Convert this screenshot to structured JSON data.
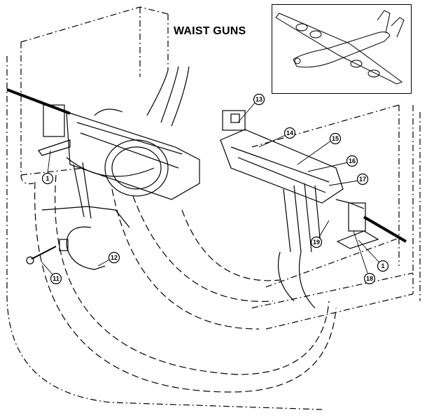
{
  "diagram": {
    "title": "WAIST GUNS",
    "callouts": [
      {
        "id": "c13",
        "label": "13"
      },
      {
        "id": "c14",
        "label": "14"
      },
      {
        "id": "c15",
        "label": "15"
      },
      {
        "id": "c16",
        "label": "16"
      },
      {
        "id": "c17",
        "label": "17"
      },
      {
        "id": "c1r",
        "label": "1"
      },
      {
        "id": "c18",
        "label": "18"
      },
      {
        "id": "c19",
        "label": "19"
      },
      {
        "id": "c1l",
        "label": "1"
      },
      {
        "id": "c11",
        "label": "11"
      },
      {
        "id": "c12",
        "label": "12"
      }
    ],
    "inset": {
      "icon": "bomber-aircraft-icon"
    },
    "line_color": "#000000",
    "background": "#ffffff"
  }
}
